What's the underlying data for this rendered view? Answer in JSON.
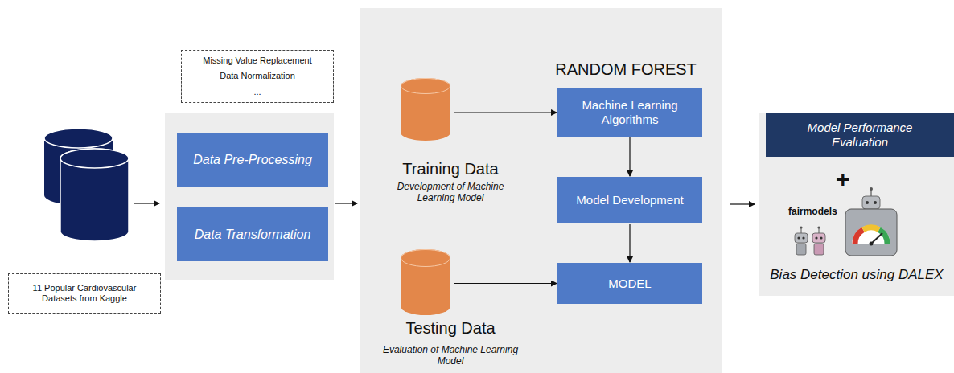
{
  "diagram": {
    "nodes": [
      {
        "text": [
          "11 Popular Cardiovascular Datasets from Kaggle"
        ]
      },
      {
        "text": [
          "Missing Value Replacement",
          "Data Normalization",
          "..."
        ]
      },
      {
        "text": [
          "Data Pre-Processing"
        ]
      },
      {
        "text": [
          "Data Transformation"
        ]
      },
      {
        "text": [
          "RANDOM FOREST"
        ]
      },
      {
        "text": [
          "Training Data",
          "Development of Machine Learning Model"
        ],
        "in": 4
      },
      {
        "text": [
          "Machine Learning Algorithms"
        ],
        "in": 4
      },
      {
        "text": [
          "Model Development"
        ],
        "in": 4
      },
      {
        "text": [
          "Testing Data",
          "Evaluation of Machine Learning Model"
        ],
        "in": 4
      },
      {
        "text": [
          "MODEL"
        ],
        "in": 4
      },
      {
        "text": [
          "Bias Detection using DALEX"
        ]
      },
      {
        "text": [
          "Model Performance Evaluation"
        ],
        "in": 10
      }
    ],
    "edges": [
      {
        "from": 5,
        "to": 6,
        "arrow": "to"
      },
      {
        "from": 6,
        "to": 7,
        "arrow": "to"
      },
      {
        "from": 7,
        "to": 9,
        "arrow": "to"
      },
      {
        "from": 8,
        "to": 9,
        "arrow": "to"
      },
      {
        "from": 4,
        "to": 10,
        "arrow": "to"
      }
    ],
    "labels": [
      "+",
      "fairmodels"
    ]
  }
}
